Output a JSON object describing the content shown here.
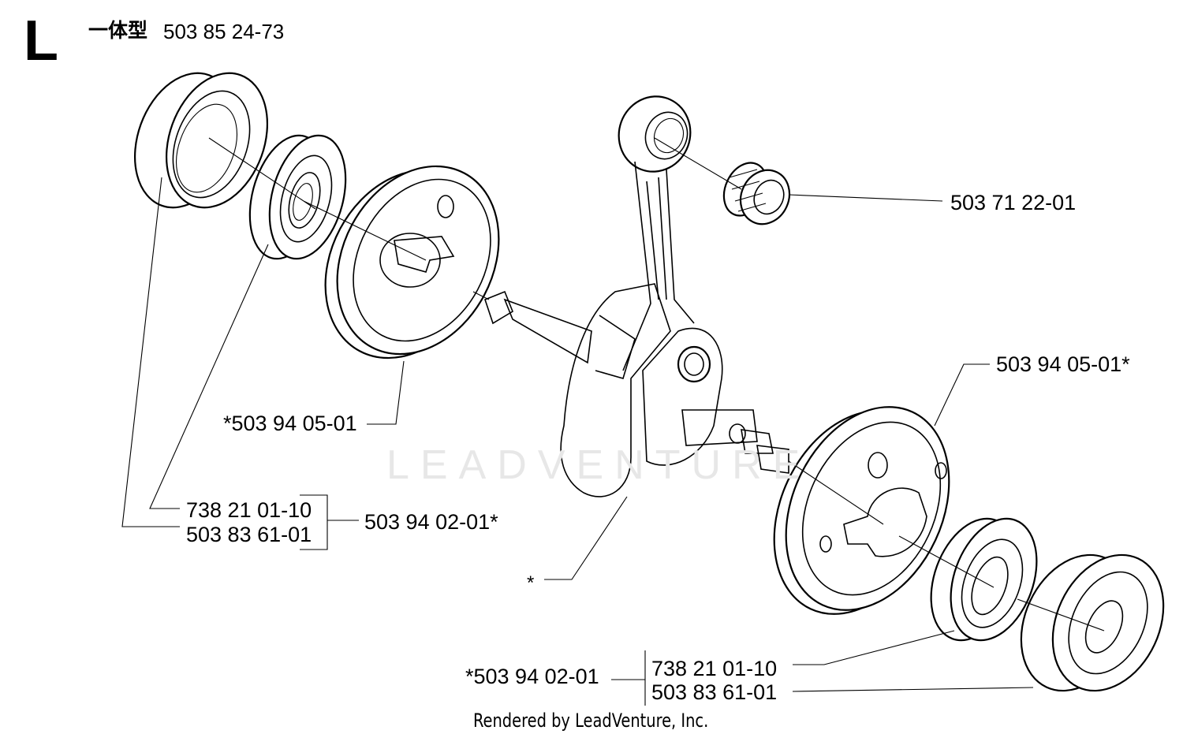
{
  "header": {
    "section_letter": "L",
    "title": "一体型",
    "part_number": "503 85 24-73"
  },
  "watermark": "LEADVENTURE",
  "credit": "Rendered by LeadVenture, Inc.",
  "callouts": {
    "needle_bearing": "503 71 22-01",
    "crank_half_right": "503 94 05-01*",
    "crank_half_left": "*503 94 05-01",
    "left_bearing": "738 21 01-10",
    "left_seal": "503 83 61-01",
    "left_kit": "503 94 02-01*",
    "crankshaft": "*",
    "right_kit": "*503 94 02-01",
    "right_bearing": "738 21 01-10",
    "right_seal": "503 83 61-01"
  }
}
